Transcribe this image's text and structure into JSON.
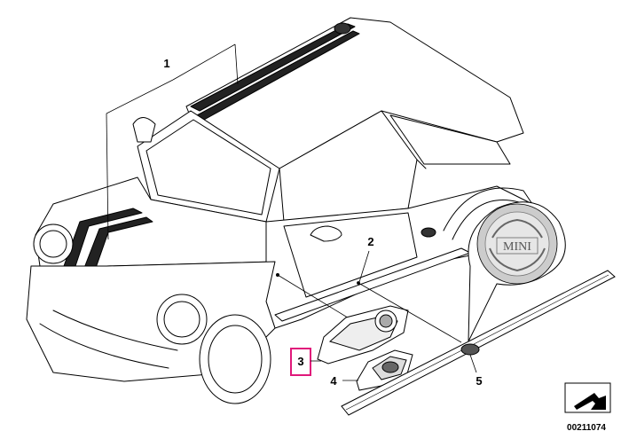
{
  "diagram": {
    "callouts": [
      {
        "id": "1",
        "label": "1",
        "highlighted": false
      },
      {
        "id": "2",
        "label": "2",
        "highlighted": false
      },
      {
        "id": "3",
        "label": "3",
        "highlighted": true
      },
      {
        "id": "4",
        "label": "4",
        "highlighted": false
      },
      {
        "id": "5",
        "label": "5",
        "highlighted": false
      }
    ],
    "emblem_text": "MINI",
    "document_number": "00211074",
    "highlight_color": "#e0187a",
    "line_color": "#000000",
    "body_color": "#ffffff"
  }
}
